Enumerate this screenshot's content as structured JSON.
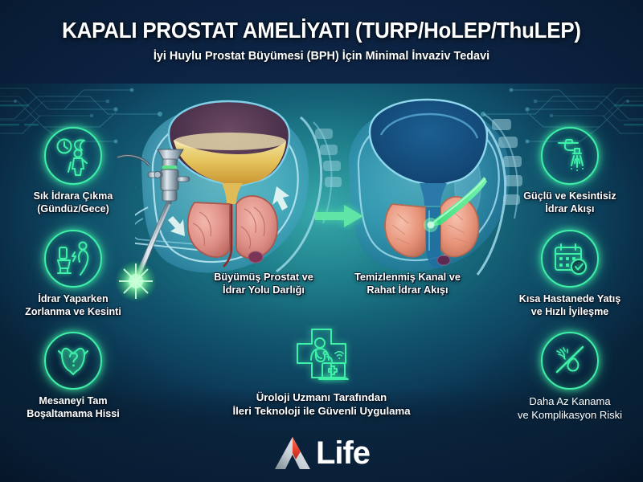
{
  "header": {
    "title": "KAPALI PROSTAT AMELİYATI (TURP/HoLEP/ThuLEP)",
    "subtitle": "İyi Huylu Prostat Büyümesi (BPH) İçin Minimal İnvaziv Tedavi"
  },
  "symptoms_column": {
    "side": "left",
    "items": [
      {
        "icon": "clock-person-night-icon",
        "label_line1": "Sık İdrara Çıkma",
        "label_line2": "(Gündüz/Gece)"
      },
      {
        "icon": "toilet-straining-person-icon",
        "label_line1": "İdrar Yaparken",
        "label_line2": "Zorlanma ve Kesinti"
      },
      {
        "icon": "bladder-question-icon",
        "label_line1": "Mesaneyi Tam",
        "label_line2": "Boşaltamama Hissi"
      }
    ]
  },
  "benefits_column": {
    "side": "right",
    "items": [
      {
        "icon": "faucet-flow-icon",
        "label_line1": "Güçlü ve Kesintisiz",
        "label_line2": "İdrar Akışı"
      },
      {
        "icon": "calendar-check-icon",
        "label_line1": "Kısa Hastanede Yatış",
        "label_line2": "ve Hızlı İyileşme"
      },
      {
        "icon": "no-bleeding-drop-icon",
        "label_line1": "Daha Az Kanama",
        "label_line2": "ve Komplikasyon Riski"
      }
    ]
  },
  "anatomy": {
    "before": {
      "icon": "prostate-enlarged-diagram",
      "caption_line1": "Büyümüş Prostat ve",
      "caption_line2": "İdrar Yolu Darlığı"
    },
    "after": {
      "icon": "prostate-resected-diagram",
      "caption_line1": "Temizlenmiş Kanal ve",
      "caption_line2": "Rahat İdrar Akışı"
    },
    "transition_arrow": "green-right-arrow-icon",
    "instrument": "resectoscope-laser-icon"
  },
  "bottom_center": {
    "icon": "medical-cross-doctor-laptop-icon",
    "label_line1": "Üroloji Uzmanı Tarafından",
    "label_line2": "İleri Teknoloji ile Güvenli Uygulama"
  },
  "logo": {
    "mark": "a-triangle-mark-icon",
    "text": "Life"
  },
  "colors": {
    "neon_green": "#3ff0a8",
    "laser_green": "#4dff7a",
    "bg_navy": "#0c2340",
    "bg_teal": "#1d7b82",
    "prostate_pink": "#e09189",
    "urine_yellow": "#e8c75e",
    "logo_accent": "#e8422f"
  }
}
